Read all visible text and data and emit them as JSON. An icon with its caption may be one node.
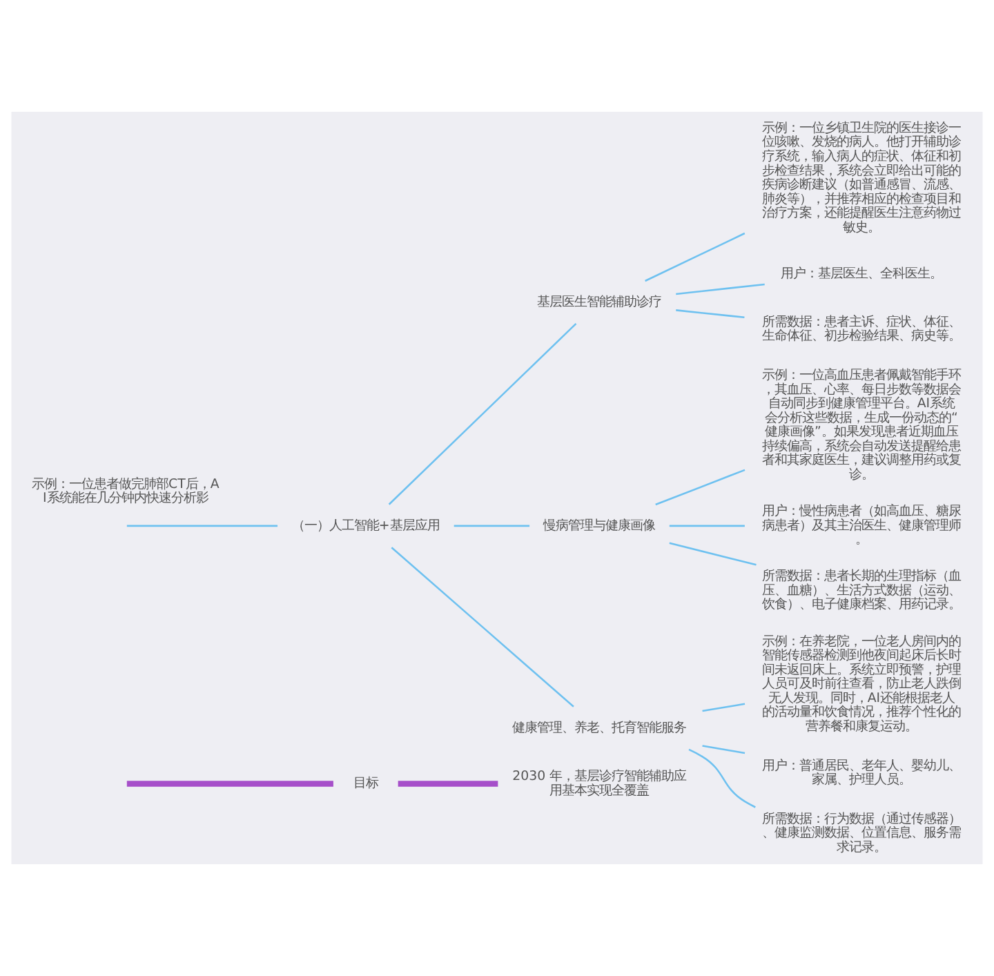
{
  "diagram": {
    "nodes": [
      {
        "text": [
          "目标"
        ]
      },
      {
        "text": [
          "2030 年，基层诊疗智能辅助应用基本实现全覆盖"
        ]
      },
      {
        "text": [
          "（一）人工智能+基层应用"
        ]
      },
      {
        "text": [
          "基层医生智能辅助诊疗"
        ]
      },
      {
        "text": [
          "示例：一位乡镇卫生院的医生接诊一位咳嗽、发烧的病人。他打开辅助诊疗系统，输入病人的症状、体征和初步检查结果，系统会立即给出可能的疾病诊断建议（如普通感冒、流感、肺炎等），并推荐相应的检查项目和治疗方案，还能提醒医生注意药物过敏史。"
        ]
      },
      {
        "text": [
          "用户：基层医生、全科医生。"
        ]
      },
      {
        "text": [
          "所需数据：患者主诉、症状、体征、生命体征、初步检验结果、病史等。"
        ]
      },
      {
        "text": [
          "慢病管理与健康画像"
        ]
      },
      {
        "text": [
          "示例：一位高血压患者佩戴智能手环，其血压、心率、每日步数等数据会自动同步到健康管理平台。AI系统会分析这些数据，生成一份动态的“健康画像”。如果发现患者近期血压持续偏高，系统会自动发送提醒给患者和其家庭医生，建议调整用药或复诊。"
        ]
      },
      {
        "text": [
          "用户：慢性病患者（如高血压、糖尿病患者）及其主治医生、健康管理师。"
        ]
      },
      {
        "text": [
          "所需数据：患者长期的生理指标（血压、血糖）、生活方式数据（运动、饮食）、电子健康档案、用药记录。"
        ]
      },
      {
        "text": [
          "健康管理、养老、托育智能服务"
        ]
      },
      {
        "text": [
          "示例：在养老院，一位老人房间内的智能传感器检测到他夜间起床后长时间未返回床上。系统立即预警，护理人员可及时前往查看，防止老人跌倒无人发现。同时，AI还能根据老人的活动量和饮食情况，推荐个性化的营养餐和康复运动。"
        ]
      },
      {
        "text": [
          "用户：普通居民、老年人、婴幼儿、家属、护理人员。"
        ]
      },
      {
        "text": [
          "所需数据：行为数据（通过传感器）、健康监测数据、位置信息、服务需求记录。"
        ]
      }
    ],
    "edges": [
      {
        "from": null,
        "to": 0,
        "arrow": "none",
        "style": "thick",
        "color": "#a64fc9"
      },
      {
        "from": 0,
        "to": 1,
        "arrow": "none",
        "style": "thick",
        "color": "#a64fc9"
      },
      {
        "from": null,
        "to": 2,
        "arrow": "none"
      },
      {
        "from": 2,
        "to": 3,
        "arrow": "none"
      },
      {
        "from": 3,
        "to": 4,
        "arrow": "none"
      },
      {
        "from": 3,
        "to": 5,
        "arrow": "none"
      },
      {
        "from": 3,
        "to": 6,
        "arrow": "none"
      },
      {
        "from": 2,
        "to": 7,
        "arrow": "none"
      },
      {
        "from": 7,
        "to": 8,
        "arrow": "none"
      },
      {
        "from": 7,
        "to": 9,
        "arrow": "none"
      },
      {
        "from": 7,
        "to": 10,
        "arrow": "none"
      },
      {
        "from": 2,
        "to": 11,
        "arrow": "none"
      },
      {
        "from": 11,
        "to": 12,
        "arrow": "none"
      },
      {
        "from": 11,
        "to": 13,
        "arrow": "none"
      },
      {
        "from": 11,
        "to": 14,
        "arrow": "none"
      }
    ],
    "labels": [
      "示例：一位患者做完肺部CT后，AI系统能在几分钟内快速分析影"
    ]
  }
}
